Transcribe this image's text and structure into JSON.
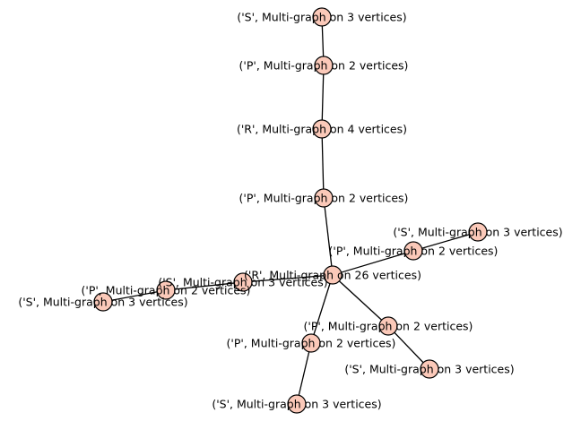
{
  "graph": {
    "node_fill": "#fbc9b9",
    "node_stroke": "#000000",
    "edge_color": "#000000",
    "nodes": [
      {
        "id": "s_top",
        "label": "('S', Multi-graph on 3 vertices)"
      },
      {
        "id": "p_top",
        "label": "('P', Multi-graph on 2 vertices)"
      },
      {
        "id": "r4",
        "label": "('R', Multi-graph on 4 vertices)"
      },
      {
        "id": "p_mid",
        "label": "('P', Multi-graph on 2 vertices)"
      },
      {
        "id": "s_right",
        "label": "('S', Multi-graph on 3 vertices)"
      },
      {
        "id": "p_right",
        "label": "('P', Multi-graph on 2 vertices)"
      },
      {
        "id": "r26",
        "label": "('R', Multi-graph on 26 vertices)"
      },
      {
        "id": "s_left_inner",
        "label": "('S', Multi-graph on 3 vertices)"
      },
      {
        "id": "p_left",
        "label": "('P', Multi-graph on 2 vertices)"
      },
      {
        "id": "s_left_outer",
        "label": "('S', Multi-graph on 3 vertices)"
      },
      {
        "id": "p_lowright",
        "label": "('P', Multi-graph on 2 vertices)"
      },
      {
        "id": "p_low",
        "label": "('P', Multi-graph on 2 vertices)"
      },
      {
        "id": "s_lowright",
        "label": "('S', Multi-graph on 3 vertices)"
      },
      {
        "id": "s_bottom",
        "label": "('S', Multi-graph on 3 vertices)"
      }
    ],
    "edges": [
      [
        "s_top",
        "p_top"
      ],
      [
        "p_top",
        "r4"
      ],
      [
        "r4",
        "p_mid"
      ],
      [
        "p_mid",
        "r26"
      ],
      [
        "r26",
        "p_right"
      ],
      [
        "p_right",
        "s_right"
      ],
      [
        "r26",
        "s_left_inner"
      ],
      [
        "s_left_inner",
        "p_left"
      ],
      [
        "p_left",
        "s_left_outer"
      ],
      [
        "r26",
        "p_lowright"
      ],
      [
        "p_lowright",
        "s_lowright"
      ],
      [
        "r26",
        "p_low"
      ],
      [
        "p_low",
        "s_bottom"
      ]
    ]
  }
}
